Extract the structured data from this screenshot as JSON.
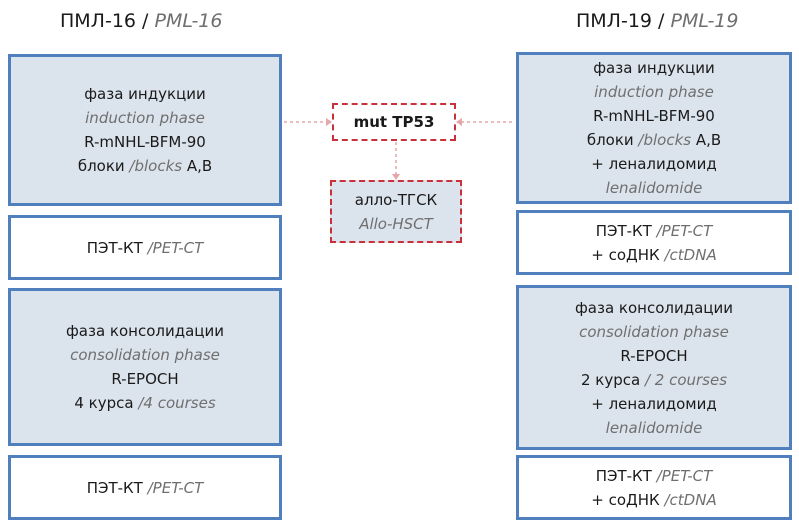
{
  "left": {
    "title_ru": "ПМЛ-16",
    "title_sep": " / ",
    "title_en": "PML-16",
    "induction": {
      "phase_ru": "фаза индукции",
      "phase_en": "induction  phase",
      "regimen": "R-mNHL-BFM-90",
      "blocks_ru": "блоки ",
      "blocks_en": "/blocks ",
      "blocks_val": "A,B"
    },
    "pet1": {
      "ru": "ПЭТ-КТ ",
      "en": "/PET-CT"
    },
    "consolidation": {
      "phase_ru": "фаза консолидации",
      "phase_en": "consolidation  phase",
      "regimen": "R-EPOCH",
      "courses_ru": "4 курса ",
      "courses_en": "/4 courses"
    },
    "pet2": {
      "ru": "ПЭТ-КТ ",
      "en": "/PET-CT"
    }
  },
  "right": {
    "title_ru": "ПМЛ-19",
    "title_sep": " / ",
    "title_en": "PML-19",
    "induction": {
      "phase_ru": "фаза индукции",
      "phase_en": "induction  phase",
      "regimen": "R-mNHL-BFM-90",
      "blocks_ru": "блоки ",
      "blocks_en": "/blocks ",
      "blocks_val": "A,B",
      "addon_ru": "+ леналидомид",
      "addon_en": "lenalidomide"
    },
    "pet1": {
      "ru": "ПЭТ-КТ ",
      "en": "/PET-CT",
      "ctdna_ru": "+ соДНК ",
      "ctdna_en": "/ctDNA"
    },
    "consolidation": {
      "phase_ru": "фаза консолидации",
      "phase_en": "consolidation  phase",
      "regimen": "R-EPOCH",
      "courses_ru": "2 курса ",
      "courses_en": "/ 2 courses",
      "addon_ru": "+ леналидомид",
      "addon_en": "lenalidomide"
    },
    "pet2": {
      "ru": "ПЭТ-КТ ",
      "en": "/PET-CT",
      "ctdna_ru": "+ соДНК ",
      "ctdna_en": "/ctDNA"
    }
  },
  "center": {
    "mut": "mut TP53",
    "allo_ru": "алло-ТГСК",
    "allo_en": "Allo-HSCT"
  },
  "colors": {
    "box_border": "#4f7fbd",
    "box_fill": "#dbe3ec",
    "dashed_red": "#c9303a",
    "english_text": "#6f6f6f"
  }
}
